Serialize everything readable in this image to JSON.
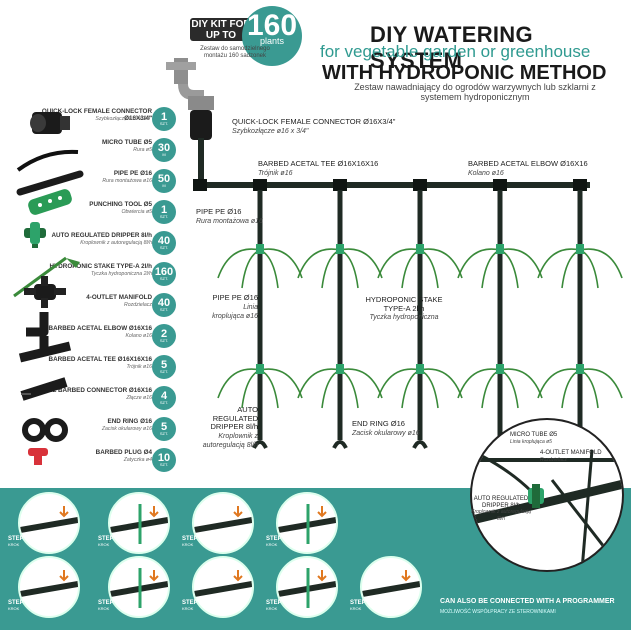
{
  "header": {
    "kit_line1": "DIY KIT FOR",
    "kit_line2": "UP TO",
    "kit_number": "160",
    "kit_unit": "plants",
    "kit_sub": "Zestaw do samodzielnego montażu 160 sadzonek",
    "title1": "DIY WATERING SYSTEM",
    "title2": "for vegetable garden or greenhouse",
    "title3": "WITH HYDROPONIC METHOD",
    "title4": "Zestaw nawadniający do ogrodów warzywnych lub szklarni z systemem hydroponicznym"
  },
  "parts": [
    {
      "name": "QUICK-LOCK FEMALE CONNECTOR Ø16X3/4\"",
      "sub": "Szybkozłącze ø16 x 3/4\"",
      "qty": "1",
      "unit": "SZT."
    },
    {
      "name": "MICRO TUBE Ø5",
      "sub": "Rura ø5",
      "qty": "30",
      "unit": "M"
    },
    {
      "name": "PIPE PE Ø16",
      "sub": "Rura montażowa ø16",
      "qty": "50",
      "unit": "M"
    },
    {
      "name": "PUNCHING TOOL Ø5",
      "sub": "Obwiercia ø5",
      "qty": "1",
      "unit": "SZT."
    },
    {
      "name": "AUTO REGULATED DRIPPER 8l/h",
      "sub": "Kroplownik z autoregulacją 8l/h",
      "qty": "40",
      "unit": "SZT."
    },
    {
      "name": "HYDROPONIC STAKE TYPE-A 2l/h",
      "sub": "Tyczka hydroponiczna 2l/h",
      "qty": "160",
      "unit": "SZT."
    },
    {
      "name": "4-OUTLET MANIFOLD",
      "sub": "Rozdzielacz",
      "qty": "40",
      "unit": "SZT."
    },
    {
      "name": "BARBED ACETAL ELBOW Ø16X16",
      "sub": "Kolano ø16",
      "qty": "2",
      "unit": "SZT."
    },
    {
      "name": "BARBED ACETAL TEE Ø16X16X16",
      "sub": "Trójnik ø16",
      "qty": "5",
      "unit": "SZT."
    },
    {
      "name": "ACETAL BARBED CONNECTOR Ø16X16",
      "sub": "Złącze ø16",
      "qty": "4",
      "unit": "SZT."
    },
    {
      "name": "END RING Ø16",
      "sub": "Zacisk okularowy ø16",
      "qty": "5",
      "unit": "SZT."
    },
    {
      "name": "BARBED PLUG Ø4",
      "sub": "Zatyczka ø4",
      "qty": "10",
      "unit": "SZT."
    }
  ],
  "diagram": {
    "connector": {
      "name": "QUICK-LOCK FEMALE CONNECTOR Ø16X3/4\"",
      "sub": "Szybkozłącze ø16 x 3/4\""
    },
    "tee": {
      "name": "BARBED ACETAL TEE Ø16X16X16",
      "sub": "Trójnik ø16"
    },
    "elbow": {
      "name": "BARBED ACETAL ELBOW Ø16X16",
      "sub": "Kolano ø16"
    },
    "pipe1": {
      "name": "PIPE PE Ø16",
      "sub": "Rura montażowa ø16"
    },
    "pipe2": {
      "name": "PIPE PE Ø16",
      "sub": "Linia kroplująca ø16"
    },
    "stake": {
      "name": "HYDROPONIC STAKE TYPE-A 2l/h",
      "sub": "Tyczka hydroponiczna"
    },
    "dripper": {
      "name": "AUTO REGULATED DRIPPER 8l/h",
      "sub": "Kroplownik z autoregulacją 8l/h"
    },
    "endring": {
      "name": "END RING Ø16",
      "sub": "Zacisk okularowy ø16"
    },
    "zoom_tube": {
      "name": "MICRO TUBE Ø5",
      "sub": "Linia kroplująca ø5"
    },
    "zoom_manifold": {
      "name": "4-OUTLET MANIFOLD",
      "sub": "Rozdzielacz"
    },
    "zoom_dripper": {
      "name": "AUTO REGULATED DRIPPER 8l/h",
      "sub": "Kroplownik z autoregulacją 8l/h"
    }
  },
  "steps": [
    {
      "label": "STEP 01",
      "sub": "KROK"
    },
    {
      "label": "STEP 02",
      "sub": "KROK"
    },
    {
      "label": "STEP 03",
      "sub": "KROK"
    },
    {
      "label": "STEP 04",
      "sub": "KROK"
    },
    {
      "label": "STEP 05",
      "sub": "KROK"
    },
    {
      "label": "STEP 06",
      "sub": "KROK"
    },
    {
      "label": "STEP 07",
      "sub": "KROK"
    },
    {
      "label": "STEP 08",
      "sub": "KROK"
    },
    {
      "label": "STEP 09",
      "sub": "KROK"
    }
  ],
  "programmer": {
    "line1": "CAN ALSO BE CONNECTED WITH A PROGRAMMER",
    "line2": "MOŻLIWOŚĆ WSPÓŁPRACY ZE STEROWNIKAMI"
  },
  "colors": {
    "accent": "#3a9a92",
    "pipe": "#1f2a24",
    "stake": "#3a8a3a",
    "dripper": "#2da36a"
  }
}
